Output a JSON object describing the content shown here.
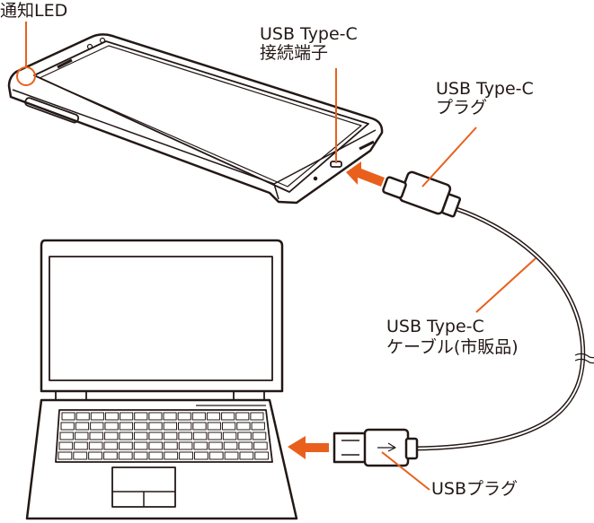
{
  "labels": {
    "notification_led": "通知LED",
    "usb_port_line1": "USB Type-C",
    "usb_port_line2": "接続端子",
    "usbc_plug_line1": "USB Type-C",
    "usbc_plug_line2": "プラグ",
    "cable_line1": "USB Type-C",
    "cable_line2": "ケーブル(市販品)",
    "usb_plug": "USBプラグ"
  },
  "colors": {
    "accent": "#e8601c",
    "line": "#231815"
  }
}
